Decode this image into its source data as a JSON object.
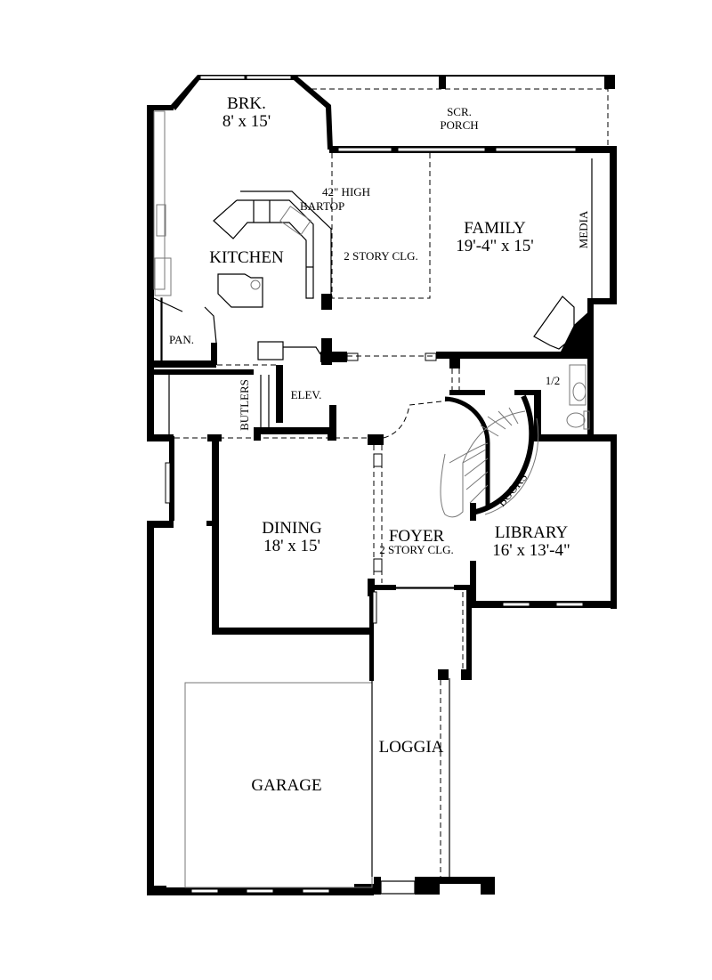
{
  "rooms": {
    "breakfast": {
      "name": "BRK.",
      "size": "8' x 15'"
    },
    "screened_porch": {
      "line1": "SCR.",
      "line2": "PORCH"
    },
    "bartop": {
      "line1": "42\" HIGH",
      "line2": "BARTOP"
    },
    "kitchen": {
      "name": "KITCHEN"
    },
    "kitchen_ceiling": "2 STORY CLG.",
    "family": {
      "name": "FAMILY",
      "size": "19'-4\" x 15'"
    },
    "media": "MEDIA",
    "pantry": "PAN.",
    "butlers": "BUTLERS",
    "elevator": "ELEV.",
    "half_bath": "1/2",
    "books": "BOOKS",
    "dining": {
      "name": "DINING",
      "size": "18' x 15'"
    },
    "foyer": {
      "name": "FOYER",
      "ceiling": "2 STORY CLG."
    },
    "library": {
      "name": "LIBRARY",
      "size": "16' x 13'-4\""
    },
    "loggia": "LOGGIA",
    "garage": "GARAGE"
  }
}
